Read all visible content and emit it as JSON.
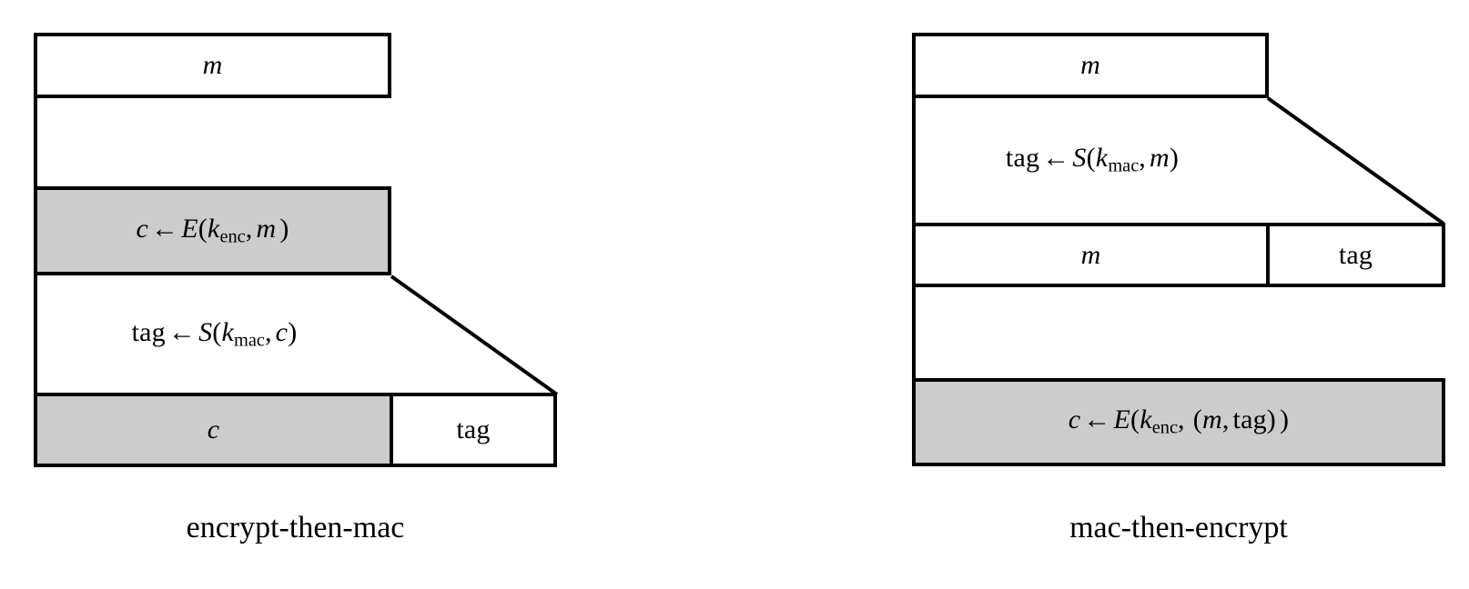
{
  "figure": {
    "background_color": "#ffffff",
    "line_color": "#000000",
    "shaded_fill": "#cccccc",
    "panels": [
      {
        "id": "encrypt-then-mac",
        "caption": "encrypt-then-mac",
        "rows": [
          {
            "id": "plaintext",
            "label": "m",
            "shaded": false
          },
          {
            "id": "encrypt-step",
            "label": "c ← E(k_enc, m )",
            "shaded": true
          },
          {
            "id": "mac-step",
            "label": "tag ← S(k_mac, c)",
            "shaded": false
          },
          {
            "id": "output-left",
            "label": "c",
            "shaded": true
          },
          {
            "id": "output-right",
            "label": "tag",
            "shaded": false
          }
        ]
      },
      {
        "id": "mac-then-encrypt",
        "caption": "mac-then-encrypt",
        "rows": [
          {
            "id": "plaintext",
            "label": "m",
            "shaded": false
          },
          {
            "id": "mac-step",
            "label": "tag ← S(k_mac, m)",
            "shaded": false
          },
          {
            "id": "middle-left",
            "label": "m",
            "shaded": false
          },
          {
            "id": "middle-right",
            "label": "tag",
            "shaded": false
          },
          {
            "id": "encrypt-step",
            "label": "c ← E(k_enc,  (m, tag) )",
            "shaded": true
          }
        ]
      }
    ]
  },
  "left_panel": {
    "caption": "encrypt-then-mac",
    "message_box": {
      "text": "m"
    },
    "encrypt_box": {
      "output_var": "c",
      "arrow": "←",
      "function": "E",
      "key": "k",
      "key_subscript": "enc",
      "comma": ",",
      "argument": "m",
      "open_paren": "(",
      "close_paren": ")"
    },
    "mac_box": {
      "output_var": "tag",
      "arrow": "←",
      "function": "S",
      "key": "k",
      "key_subscript": "mac",
      "comma": ",",
      "argument": "c",
      "open_paren": "(",
      "close_paren": ")"
    },
    "result_left": {
      "text": "c"
    },
    "result_right": {
      "text": "tag"
    }
  },
  "right_panel": {
    "caption": "mac-then-encrypt",
    "message_box": {
      "text": "m"
    },
    "mac_box": {
      "output_var": "tag",
      "arrow": "←",
      "function": "S",
      "key": "k",
      "key_subscript": "mac",
      "comma": ",",
      "argument": "m",
      "open_paren": "(",
      "close_paren": ")"
    },
    "middle_left": {
      "text": "m"
    },
    "middle_right": {
      "text": "tag"
    },
    "encrypt_box": {
      "output_var": "c",
      "arrow": "←",
      "function": "E",
      "key": "k",
      "key_subscript": "enc",
      "comma": ",",
      "inner_open_paren": "(",
      "inner_first": "m",
      "inner_comma": ",",
      "inner_second": "tag",
      "inner_close_paren": ")",
      "open_paren": "(",
      "close_paren": ")"
    }
  }
}
